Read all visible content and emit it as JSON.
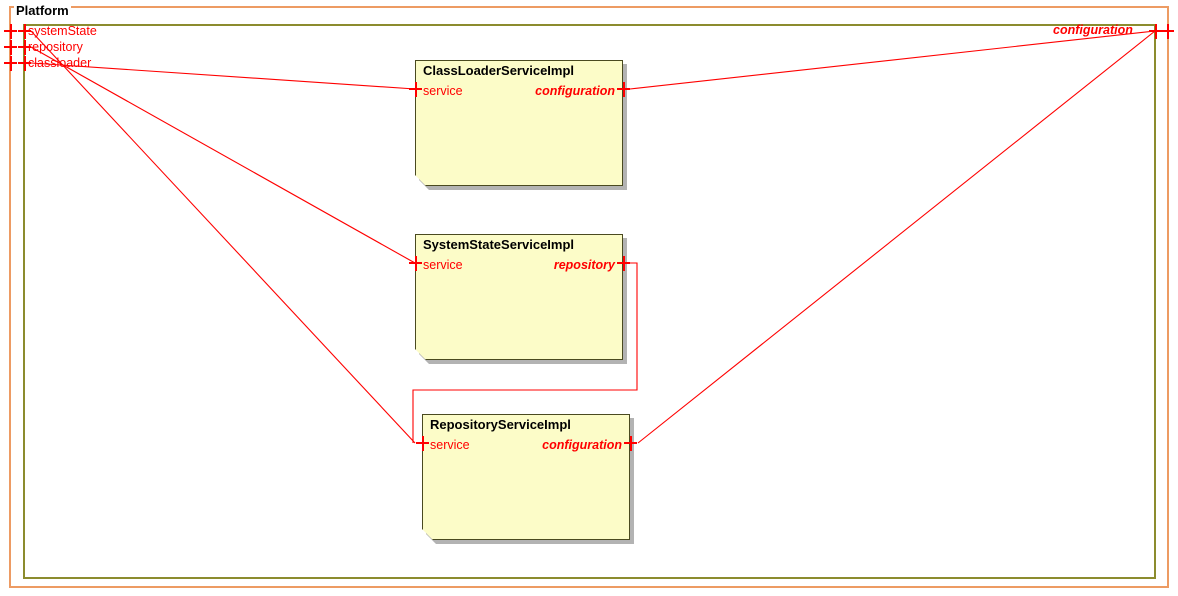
{
  "diagram": {
    "package_name": "Platform",
    "accent_frame_outer": "#ED9B63",
    "accent_frame_inner": "#8C8C2E",
    "component_fill": "#FCFCC8",
    "component_border": "#4A4A20",
    "connector_color": "#FF0000",
    "interface_text_color": "#FF0000"
  },
  "left_ports": [
    {
      "label": "systemState",
      "kind": "provided"
    },
    {
      "label": "repository",
      "kind": "provided"
    },
    {
      "label": "classloader",
      "kind": "provided"
    }
  ],
  "right_ports": [
    {
      "label": "configuration",
      "kind": "required"
    }
  ],
  "components": [
    {
      "name": "ClassLoaderServiceImpl",
      "left_port": {
        "label": "service",
        "kind": "provided"
      },
      "right_port": {
        "label": "configuration",
        "kind": "required"
      }
    },
    {
      "name": "SystemStateServiceImpl",
      "left_port": {
        "label": "service",
        "kind": "provided"
      },
      "right_port": {
        "label": "repository",
        "kind": "required"
      }
    },
    {
      "name": "RepositoryServiceImpl",
      "left_port": {
        "label": "service",
        "kind": "provided"
      },
      "right_port": {
        "label": "configuration",
        "kind": "required"
      }
    }
  ]
}
